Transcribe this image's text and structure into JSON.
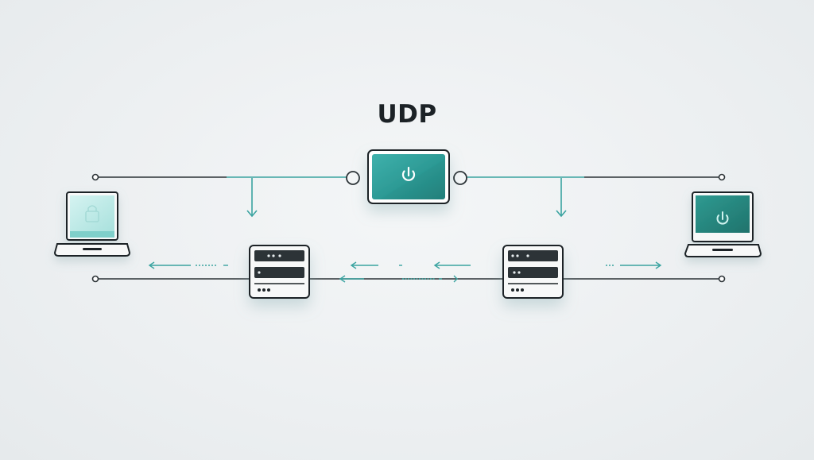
{
  "diagram": {
    "title": "UDP",
    "colors": {
      "accent": "#3aa3a0",
      "accent_dark": "#1f8a86",
      "line": "#2b3236",
      "text": "#1c2226",
      "device_fill": "#f7f8f8",
      "screen_light": "#c9eeec",
      "screen_dark": "#237e76"
    },
    "nodes": [
      {
        "id": "laptop-left",
        "icon": "laptop-icon"
      },
      {
        "id": "router-center",
        "icon": "power-icon"
      },
      {
        "id": "server-left",
        "icon": "server-icon"
      },
      {
        "id": "server-right",
        "icon": "server-icon"
      },
      {
        "id": "laptop-right",
        "icon": "laptop-icon"
      }
    ]
  }
}
